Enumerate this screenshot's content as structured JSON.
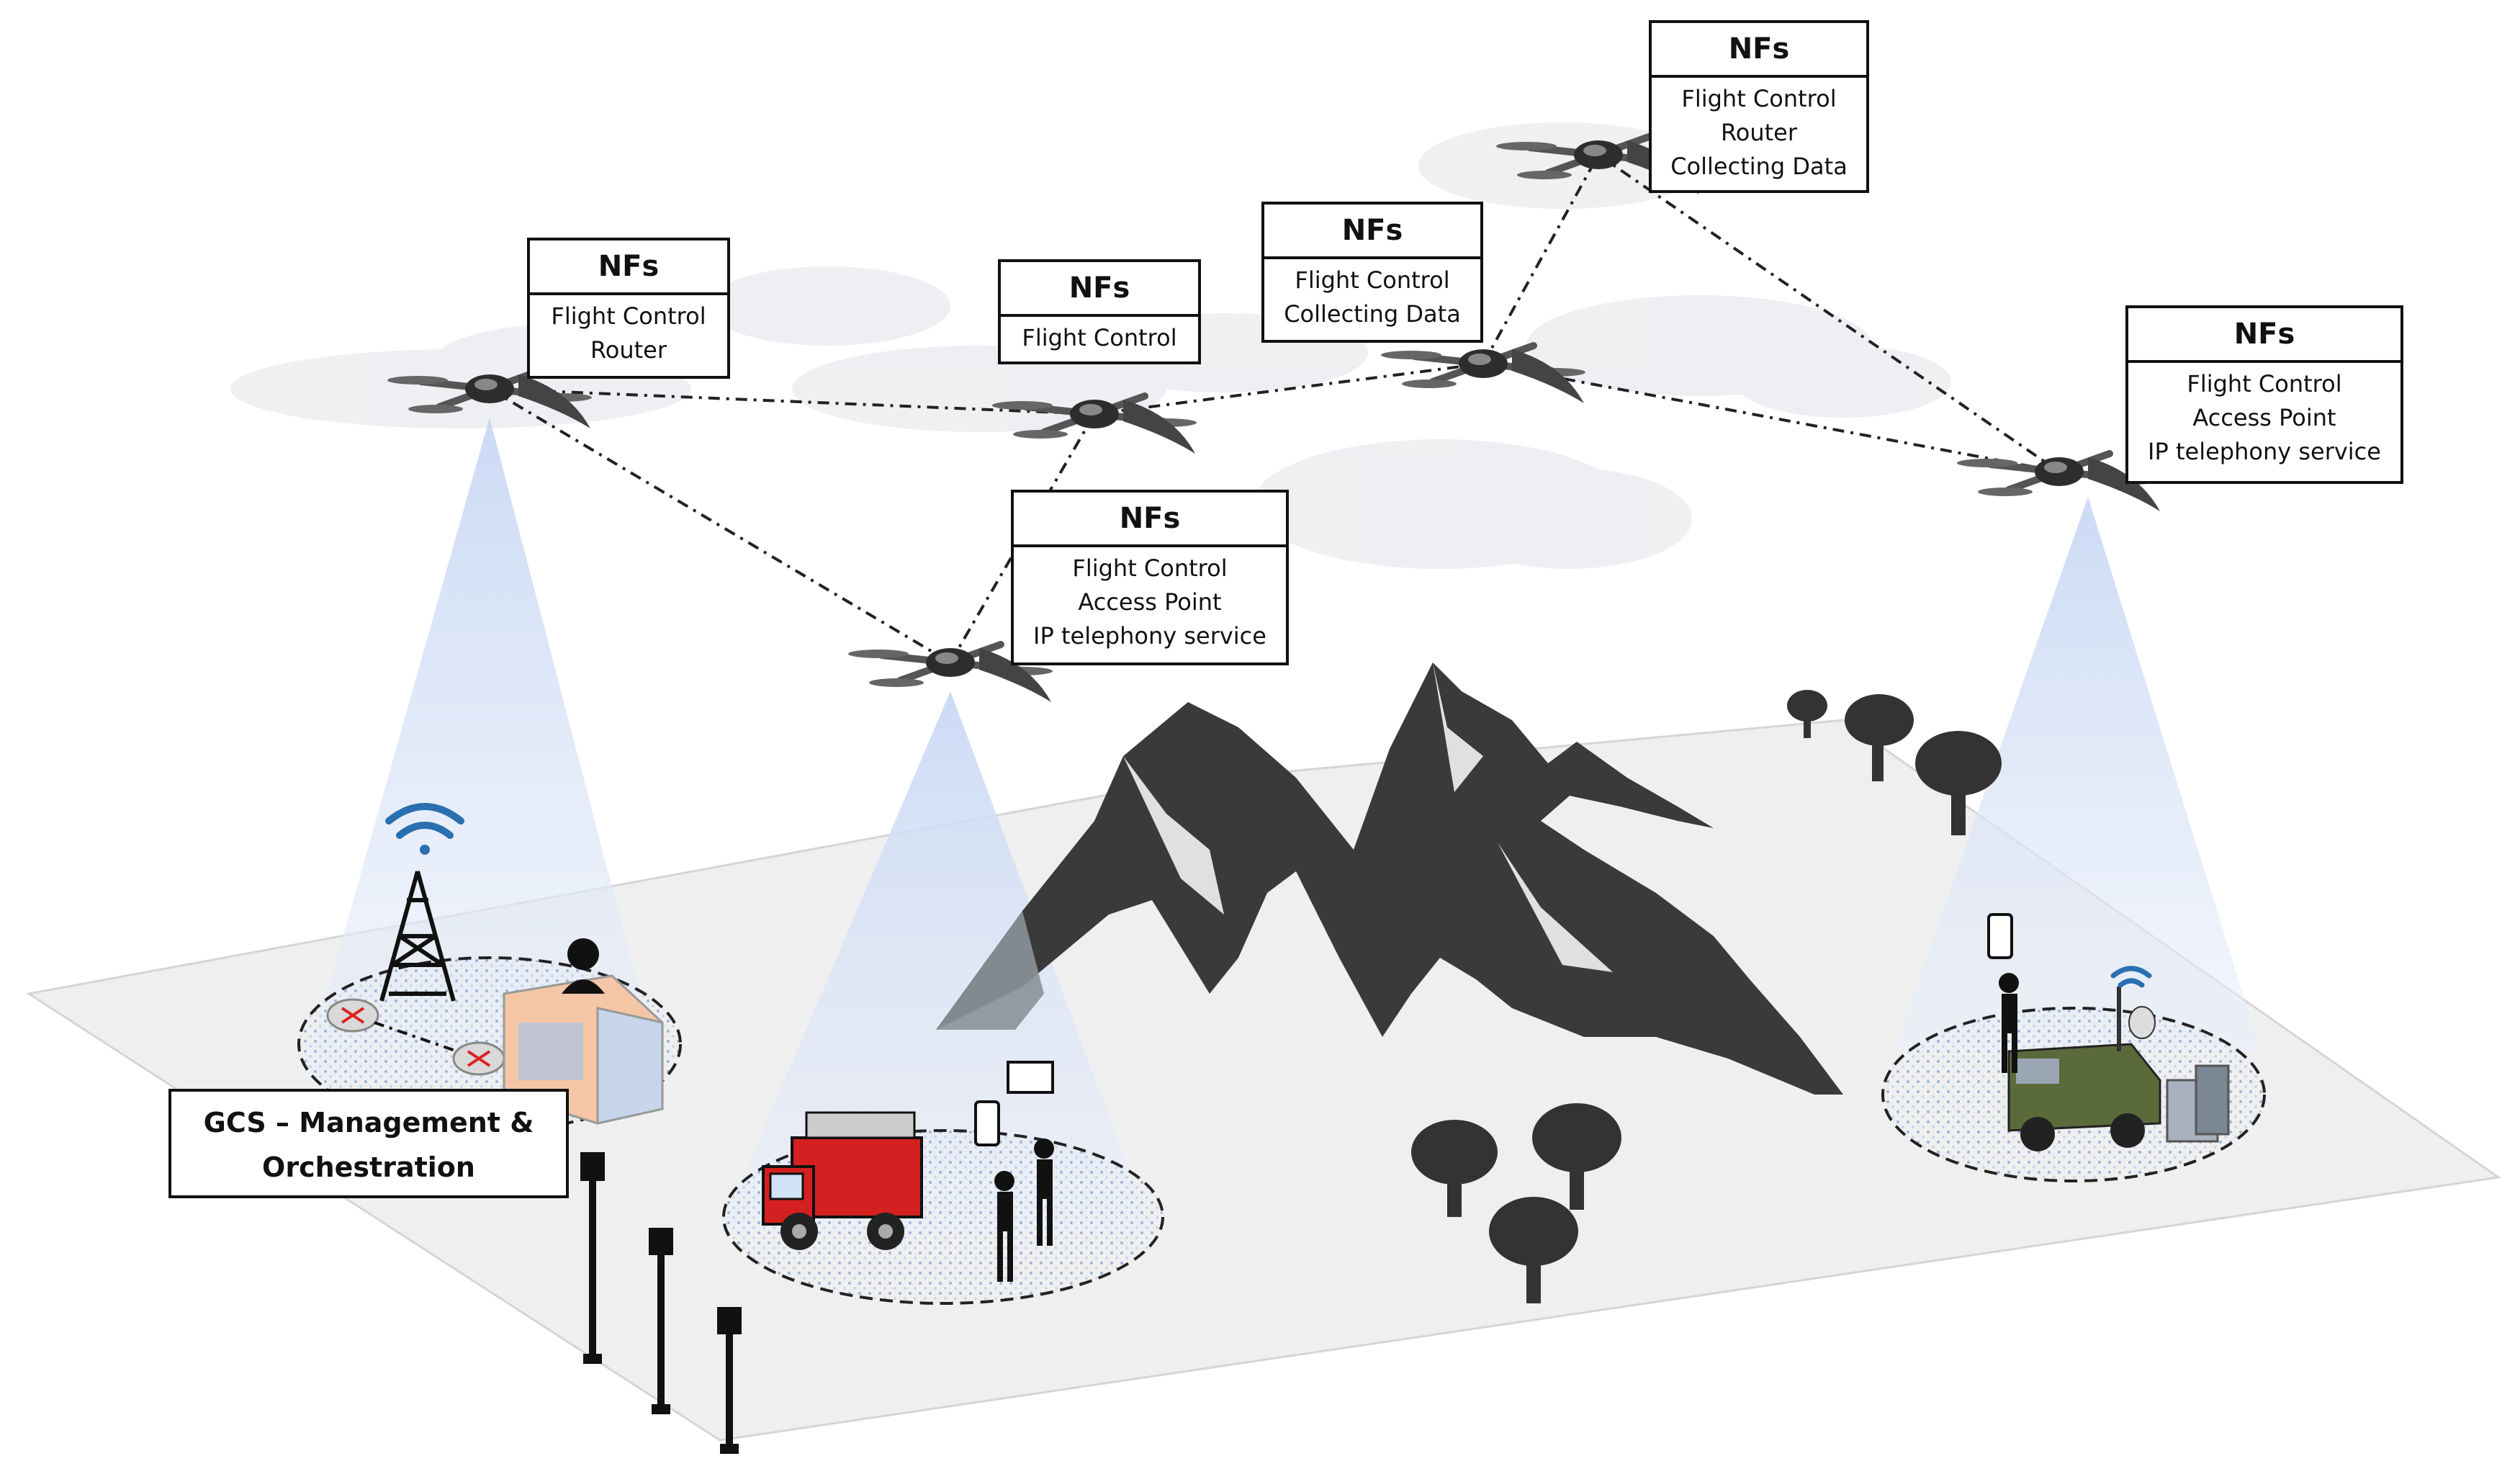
{
  "drones": [
    {
      "id": "d1",
      "nf_title": "NFs",
      "functions": [
        "Flight Control",
        "Router"
      ]
    },
    {
      "id": "d2",
      "nf_title": "NFs",
      "functions": [
        "Flight Control"
      ]
    },
    {
      "id": "d3",
      "nf_title": "NFs",
      "functions": [
        "Flight Control",
        "Collecting Data"
      ]
    },
    {
      "id": "d4",
      "nf_title": "NFs",
      "functions": [
        "Flight Control",
        "Router",
        "Collecting Data"
      ]
    },
    {
      "id": "d5",
      "nf_title": "NFs",
      "functions": [
        "Flight Control",
        "Access Point",
        "IP telephony service"
      ]
    },
    {
      "id": "d6",
      "nf_title": "NFs",
      "functions": [
        "Flight Control",
        "Access Point",
        "IP telephony service"
      ]
    }
  ],
  "links": [
    [
      "d1",
      "d2"
    ],
    [
      "d2",
      "d3"
    ],
    [
      "d3",
      "d4"
    ],
    [
      "d4",
      "d6"
    ],
    [
      "d3",
      "d6"
    ],
    [
      "d1",
      "d5"
    ],
    [
      "d5",
      "d2"
    ]
  ],
  "gcs": {
    "line1": "GCS – Management &",
    "line2": "Orchestration"
  },
  "colors": {
    "ground": "#efefef",
    "mountain": "#3a3a3a",
    "beam": "#c7d6f2",
    "truck": "#d42020",
    "humvee": "#5b6a3b",
    "wifi": "#2a6fb0"
  }
}
